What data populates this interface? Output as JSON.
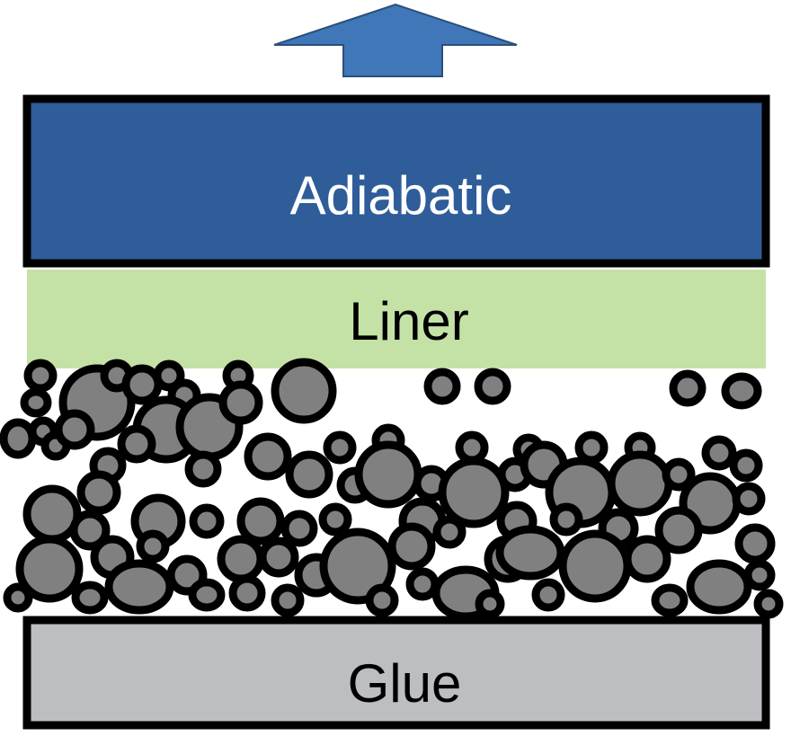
{
  "layers": {
    "adiabatic": {
      "label": "Adiabatic",
      "fill": "#2e5d99",
      "text_color": "#ffffff"
    },
    "liner": {
      "label": "Liner",
      "fill": "#c5e2a6",
      "text_color": "#000000"
    },
    "glue": {
      "label": "Glue",
      "fill": "#bcbec1",
      "text_color": "#000000"
    }
  },
  "arrow": {
    "fill": "#3f77b8",
    "outline": "#2b4e7a"
  },
  "particles": {
    "fill": "#808080",
    "outline": "#000000"
  }
}
